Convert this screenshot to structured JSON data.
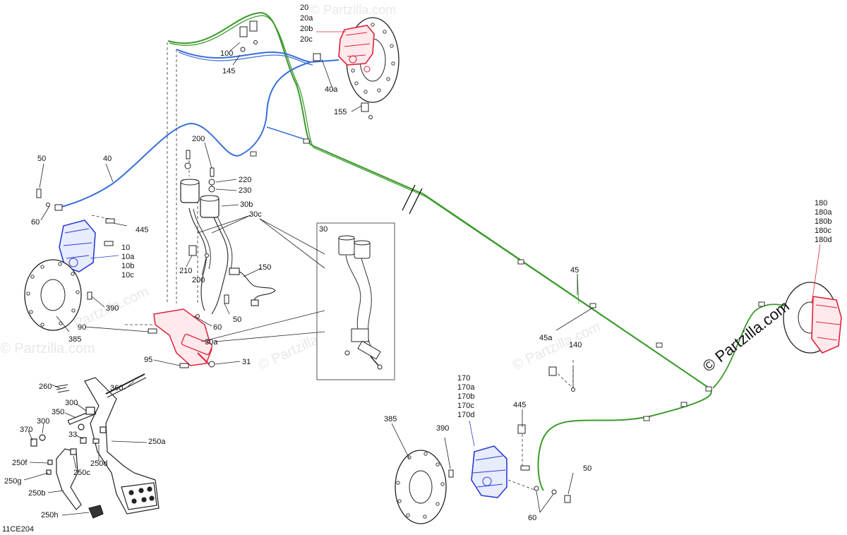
{
  "diagram": {
    "code": "11CE204",
    "copyright": "© Partzilla.com",
    "watermark": "© Partzilla.com",
    "callouts": {
      "c20": [
        "20",
        "20a",
        "20b",
        "20c"
      ],
      "c10": [
        "10",
        "10a",
        "10b",
        "10c"
      ],
      "c170": [
        "170",
        "170a",
        "170b",
        "170c",
        "170d"
      ],
      "c180": [
        "180",
        "180a",
        "180b",
        "180c",
        "180d"
      ],
      "single": {
        "p100": "100",
        "p145": "145",
        "p40a": "40a",
        "p155": "155",
        "p50a": "50",
        "p40": "40",
        "p60a": "60",
        "p200a": "200",
        "p220": "220",
        "p230": "230",
        "p30b": "30b",
        "p30c": "30c",
        "p445a": "445",
        "p150": "150",
        "p210": "210",
        "p200b": "200",
        "p390a": "390",
        "p385a": "385",
        "p60b": "60",
        "p50b": "50",
        "p90": "90",
        "p30a": "30a",
        "p95": "95",
        "p31": "31",
        "p360": "360",
        "p260": "260",
        "p300a": "300",
        "p350": "350",
        "p300b": "300",
        "p370": "370",
        "p33": "33",
        "p250a": "250a",
        "p250f": "250f",
        "p250c": "250c",
        "p250d": "250d",
        "p250g": "250g",
        "p250b": "250b",
        "p250h": "250h",
        "p45": "45",
        "p45a": "45a",
        "p140": "140",
        "p445b": "445",
        "p385b": "385",
        "p390b": "390",
        "p50c": "50",
        "p60c": "60",
        "p30box": "30"
      }
    }
  }
}
